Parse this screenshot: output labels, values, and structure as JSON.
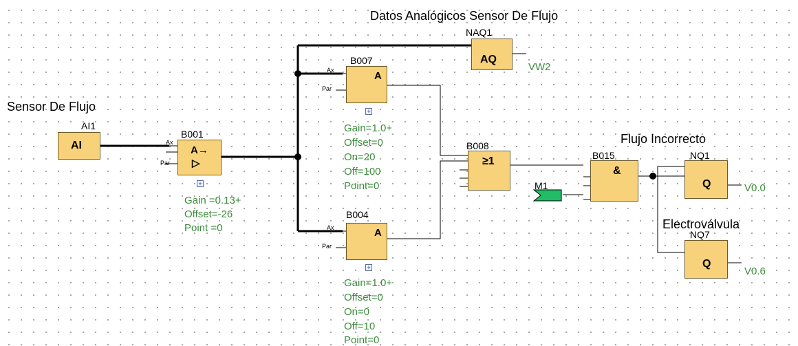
{
  "titles": {
    "main": "Datos Analógicos Sensor De Flujo",
    "sensor": "Sensor De Flujo",
    "flujo_incorrecto": "Flujo Incorrecto",
    "electrovalvula": "Electroválvula"
  },
  "blocks": {
    "ai1": {
      "name": "AI1",
      "symbol": "AI"
    },
    "b001": {
      "name": "B001",
      "symbol1": "A→",
      "symbol2": "▷",
      "pin_ax": "Ax",
      "pin_par": "Par",
      "params": [
        "Gain =0.13+",
        "Offset=-26",
        "Point =0"
      ]
    },
    "naq1": {
      "name": "NAQ1",
      "symbol": "AQ",
      "address": "VW2"
    },
    "b007": {
      "name": "B007",
      "symbol": "A",
      "pin_ax": "Ax",
      "pin_par": "Par",
      "params": [
        "Gain=1.0+",
        "Offset=0",
        "On=20",
        "Off=100",
        "Point=0"
      ]
    },
    "b004": {
      "name": "B004",
      "symbol": "A",
      "pin_ax": "Ax",
      "pin_par": "Par",
      "params": [
        "Gain=1.0+",
        "Offset=0",
        "On=0",
        "Off=10",
        "Point=0"
      ]
    },
    "b008": {
      "name": "B008",
      "symbol": "≥1"
    },
    "b015": {
      "name": "B015",
      "symbol": "&"
    },
    "m1": {
      "name": "M1"
    },
    "nq1": {
      "name": "NQ1",
      "symbol": "Q",
      "address": "V0.0"
    },
    "nq7": {
      "name": "NQ7",
      "symbol": "Q",
      "address": "V0.6"
    }
  },
  "expand_glyph": "+",
  "colors": {
    "block_fill": "#f8d27a",
    "param_text": "#3c8c3c",
    "wire": "#000000",
    "marker_fill": "#22bb66"
  }
}
